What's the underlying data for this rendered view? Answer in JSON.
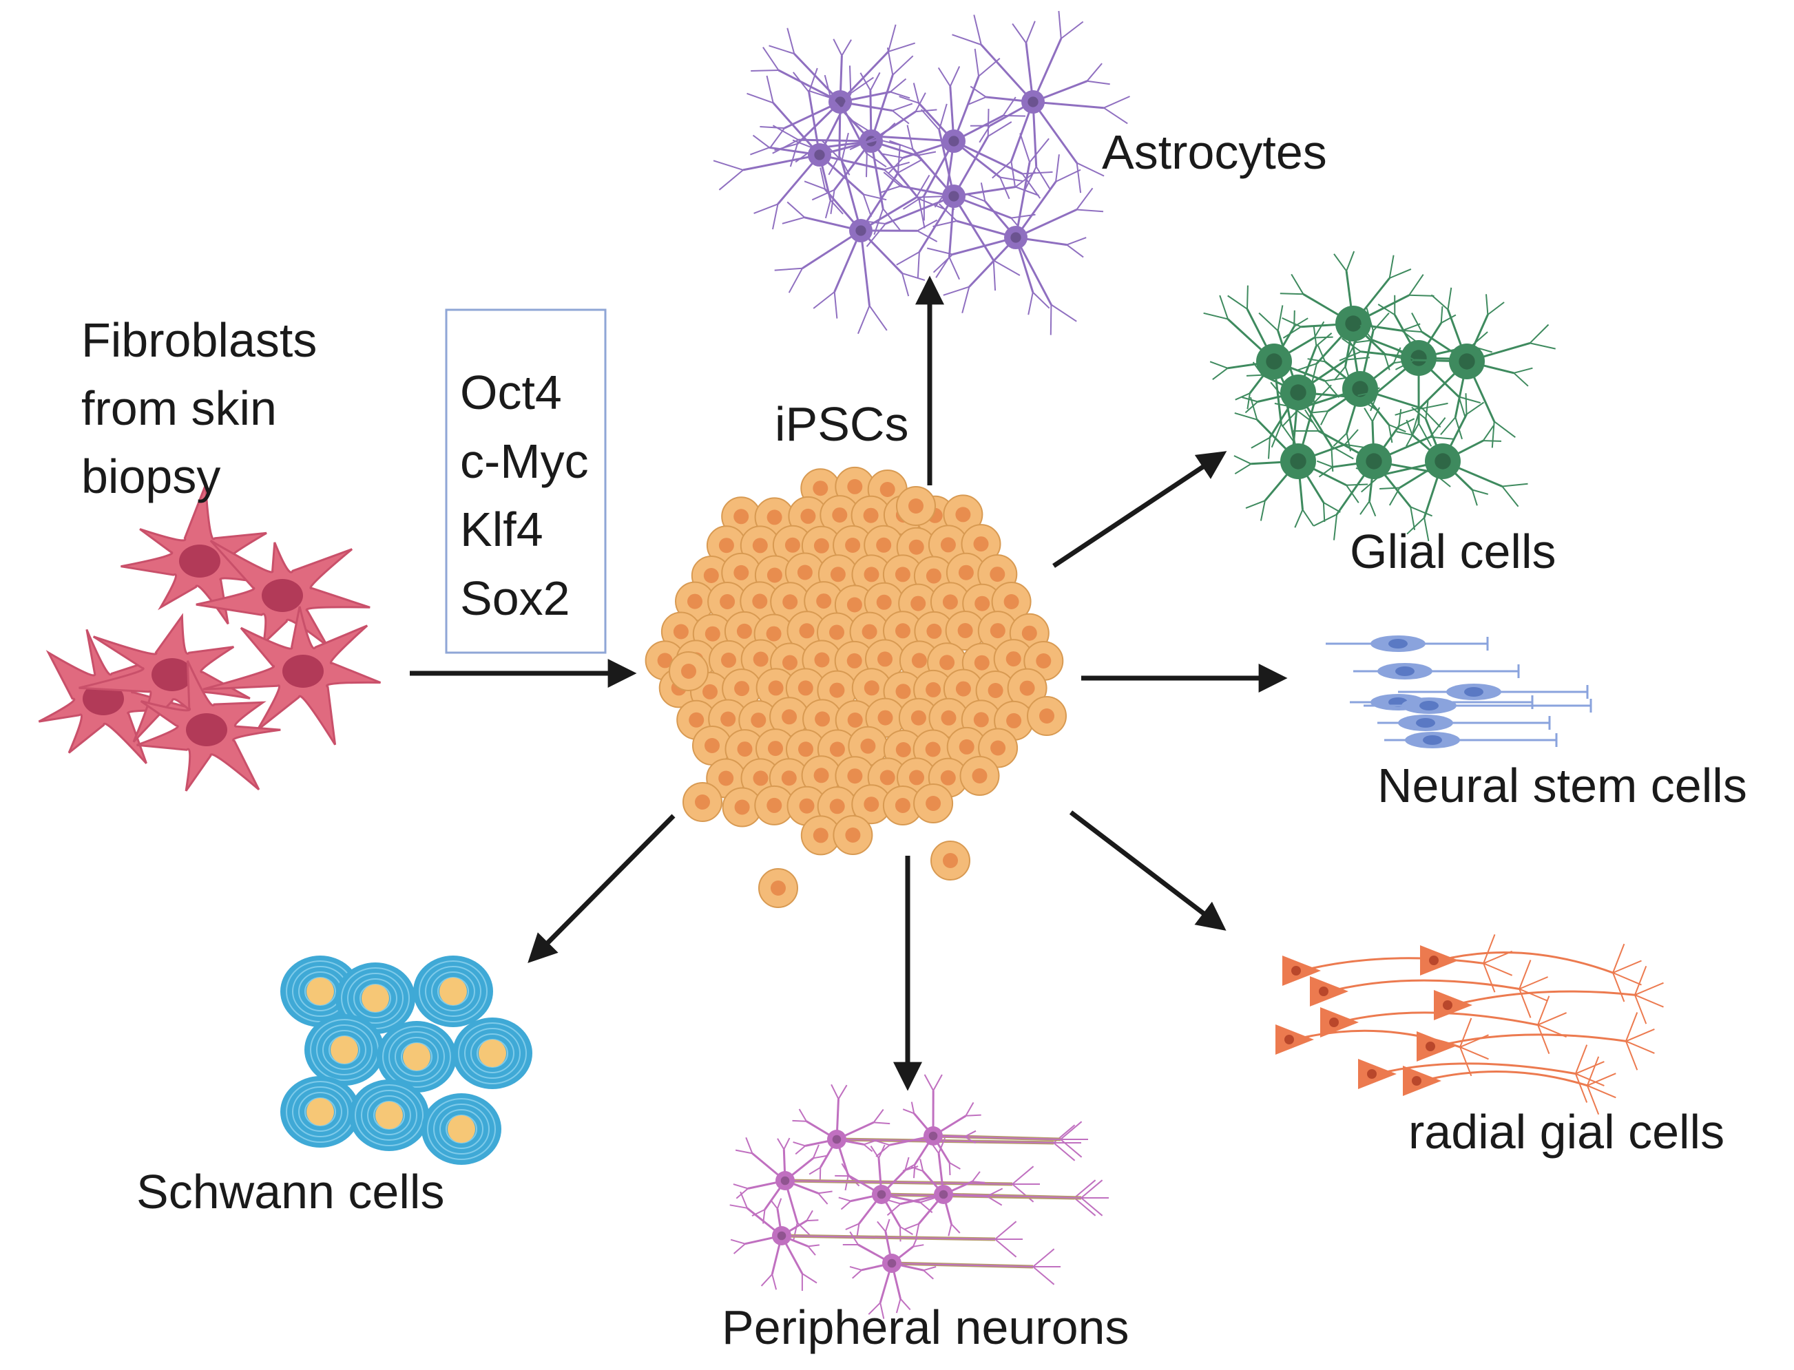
{
  "source": {
    "label_lines": [
      "Fibroblasts",
      "from skin",
      "biopsy"
    ],
    "color": "#e06a7f",
    "nucleus_color": "#b23a58"
  },
  "factors": [
    "Oct4",
    "c-Myc",
    "Klf4",
    "Sox2"
  ],
  "center": {
    "label": "iPSCs",
    "cell_color": "#f4bb78",
    "nucleus_color": "#e88d4e"
  },
  "targets": {
    "astrocytes": {
      "label": "Astrocytes",
      "color": "#8f6fc0"
    },
    "glial": {
      "label": "Glial cells",
      "color": "#3e8a5e"
    },
    "neural_stem": {
      "label": "Neural stem cells",
      "color": "#8aa3dd"
    },
    "radial": {
      "label": "radial gial cells",
      "color": "#ec7a4f"
    },
    "peripheral": {
      "label": "Peripheral neurons",
      "color": "#c070c0"
    },
    "schwann": {
      "label": "Schwann cells",
      "color": "#3fa9d6"
    }
  }
}
